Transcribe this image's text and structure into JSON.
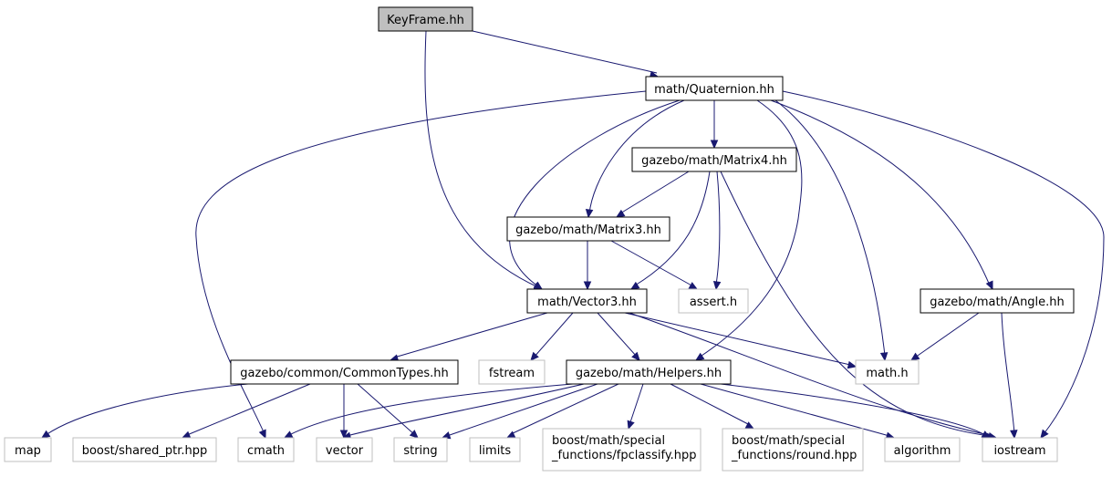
{
  "diagram": {
    "colors": {
      "edge": "#191970",
      "main_fill": "#bfbfbf",
      "local_border": "#000000",
      "external_border": "#bfbfbf"
    },
    "nodes": [
      {
        "id": "keyframe",
        "lines": [
          "KeyFrame.hh"
        ],
        "kind": "main"
      },
      {
        "id": "quaternion",
        "lines": [
          "math/Quaternion.hh"
        ],
        "kind": "local"
      },
      {
        "id": "matrix4",
        "lines": [
          "gazebo/math/Matrix4.hh"
        ],
        "kind": "local"
      },
      {
        "id": "matrix3",
        "lines": [
          "gazebo/math/Matrix3.hh"
        ],
        "kind": "local"
      },
      {
        "id": "vector3",
        "lines": [
          "math/Vector3.hh"
        ],
        "kind": "local"
      },
      {
        "id": "assert",
        "lines": [
          "assert.h"
        ],
        "kind": "external"
      },
      {
        "id": "angle",
        "lines": [
          "gazebo/math/Angle.hh"
        ],
        "kind": "local"
      },
      {
        "id": "commontypes",
        "lines": [
          "gazebo/common/CommonTypes.hh"
        ],
        "kind": "local"
      },
      {
        "id": "fstream",
        "lines": [
          "fstream"
        ],
        "kind": "external"
      },
      {
        "id": "helpers",
        "lines": [
          "gazebo/math/Helpers.hh"
        ],
        "kind": "local"
      },
      {
        "id": "mathh",
        "lines": [
          "math.h"
        ],
        "kind": "external"
      },
      {
        "id": "map",
        "lines": [
          "map"
        ],
        "kind": "external"
      },
      {
        "id": "sharedptr",
        "lines": [
          "boost/shared_ptr.hpp"
        ],
        "kind": "external"
      },
      {
        "id": "cmath",
        "lines": [
          "cmath"
        ],
        "kind": "external"
      },
      {
        "id": "vector",
        "lines": [
          "vector"
        ],
        "kind": "external"
      },
      {
        "id": "string",
        "lines": [
          "string"
        ],
        "kind": "external"
      },
      {
        "id": "limits",
        "lines": [
          "limits"
        ],
        "kind": "external"
      },
      {
        "id": "fpclassify",
        "lines": [
          "boost/math/special",
          "_functions/fpclassify.hpp"
        ],
        "kind": "external"
      },
      {
        "id": "round",
        "lines": [
          "boost/math/special",
          "_functions/round.hpp"
        ],
        "kind": "external"
      },
      {
        "id": "algorithm",
        "lines": [
          "algorithm"
        ],
        "kind": "external"
      },
      {
        "id": "iostream",
        "lines": [
          "iostream"
        ],
        "kind": "external"
      }
    ],
    "edges": [
      {
        "from": "keyframe",
        "to": "quaternion"
      },
      {
        "from": "keyframe",
        "to": "vector3"
      },
      {
        "from": "quaternion",
        "to": "matrix4"
      },
      {
        "from": "quaternion",
        "to": "matrix3"
      },
      {
        "from": "quaternion",
        "to": "vector3"
      },
      {
        "from": "quaternion",
        "to": "angle"
      },
      {
        "from": "quaternion",
        "to": "helpers"
      },
      {
        "from": "quaternion",
        "to": "mathh"
      },
      {
        "from": "quaternion",
        "to": "cmath"
      },
      {
        "from": "quaternion",
        "to": "iostream"
      },
      {
        "from": "matrix4",
        "to": "matrix3"
      },
      {
        "from": "matrix4",
        "to": "vector3"
      },
      {
        "from": "matrix4",
        "to": "assert"
      },
      {
        "from": "matrix4",
        "to": "iostream"
      },
      {
        "from": "matrix3",
        "to": "vector3"
      },
      {
        "from": "matrix3",
        "to": "assert"
      },
      {
        "from": "vector3",
        "to": "commontypes"
      },
      {
        "from": "vector3",
        "to": "fstream"
      },
      {
        "from": "vector3",
        "to": "helpers"
      },
      {
        "from": "vector3",
        "to": "mathh"
      },
      {
        "from": "vector3",
        "to": "iostream"
      },
      {
        "from": "angle",
        "to": "mathh"
      },
      {
        "from": "angle",
        "to": "iostream"
      },
      {
        "from": "commontypes",
        "to": "map"
      },
      {
        "from": "commontypes",
        "to": "sharedptr"
      },
      {
        "from": "commontypes",
        "to": "vector"
      },
      {
        "from": "commontypes",
        "to": "string"
      },
      {
        "from": "helpers",
        "to": "cmath"
      },
      {
        "from": "helpers",
        "to": "vector"
      },
      {
        "from": "helpers",
        "to": "string"
      },
      {
        "from": "helpers",
        "to": "limits"
      },
      {
        "from": "helpers",
        "to": "fpclassify"
      },
      {
        "from": "helpers",
        "to": "round"
      },
      {
        "from": "helpers",
        "to": "algorithm"
      },
      {
        "from": "helpers",
        "to": "iostream"
      }
    ]
  }
}
